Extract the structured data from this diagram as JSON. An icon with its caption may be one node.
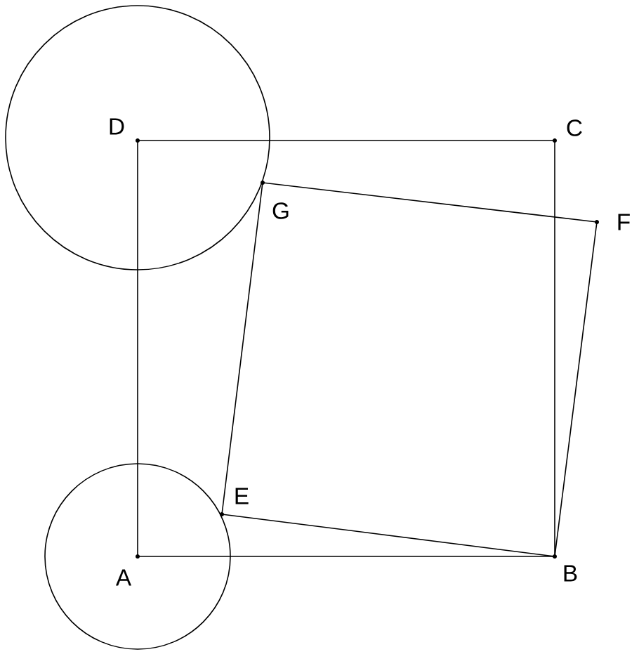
{
  "diagram": {
    "nodes": [
      {
        "text": [
          "A"
        ]
      },
      {
        "text": [
          "B"
        ]
      },
      {
        "text": [
          "C"
        ]
      },
      {
        "text": [
          "D"
        ]
      },
      {
        "text": [
          "E"
        ]
      },
      {
        "text": [
          "F"
        ]
      },
      {
        "text": [
          "G"
        ]
      }
    ],
    "edges": [
      {
        "from": 0,
        "to": 1,
        "arrow": "none"
      },
      {
        "from": 1,
        "to": 2,
        "arrow": "none"
      },
      {
        "from": 2,
        "to": 3,
        "arrow": "none"
      },
      {
        "from": 3,
        "to": 0,
        "arrow": "none"
      },
      {
        "from": 4,
        "to": 1,
        "arrow": "none"
      },
      {
        "from": 1,
        "to": 5,
        "arrow": "none"
      },
      {
        "from": 5,
        "to": 6,
        "arrow": "none"
      },
      {
        "from": 6,
        "to": 4,
        "arrow": "none"
      }
    ]
  }
}
